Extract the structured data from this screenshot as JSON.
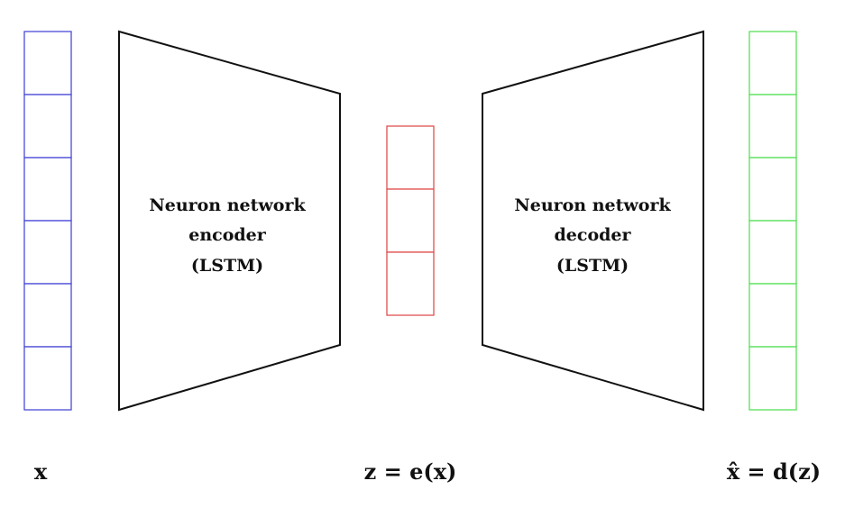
{
  "encoder": {
    "line1": "Neuron network",
    "line2": "encoder",
    "line3": "(LSTM)"
  },
  "decoder": {
    "line1": "Neuron network",
    "line2": "decoder",
    "line3": "(LSTM)"
  },
  "labels": {
    "input": "x",
    "latent": "z = e(x)",
    "output": "x̂ = d(z)"
  },
  "vectors": {
    "input_cells": 6,
    "latent_cells": 3,
    "output_cells": 6
  },
  "colors": {
    "input": "#4a4ad8",
    "latent": "#e05050",
    "output": "#58e058",
    "network": "#111111"
  }
}
